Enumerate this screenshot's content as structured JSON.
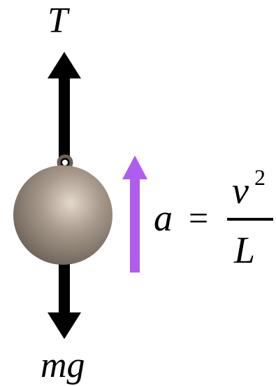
{
  "labels": {
    "tension": "T",
    "weight": "mg",
    "acceleration_symbol": "a",
    "equals": "=",
    "numerator": "v",
    "exponent": "2",
    "denominator": "L"
  },
  "colors": {
    "force_arrow": "#000000",
    "acceleration_arrow": "#b05cf0",
    "ball_highlight": "#e4d8cc",
    "ball_mid": "#a6998b",
    "ball_shadow": "#6a5f55",
    "background": "#ffffff"
  },
  "icons": {
    "ball": "pendulum-bob",
    "hook": "eyelet-hook"
  }
}
